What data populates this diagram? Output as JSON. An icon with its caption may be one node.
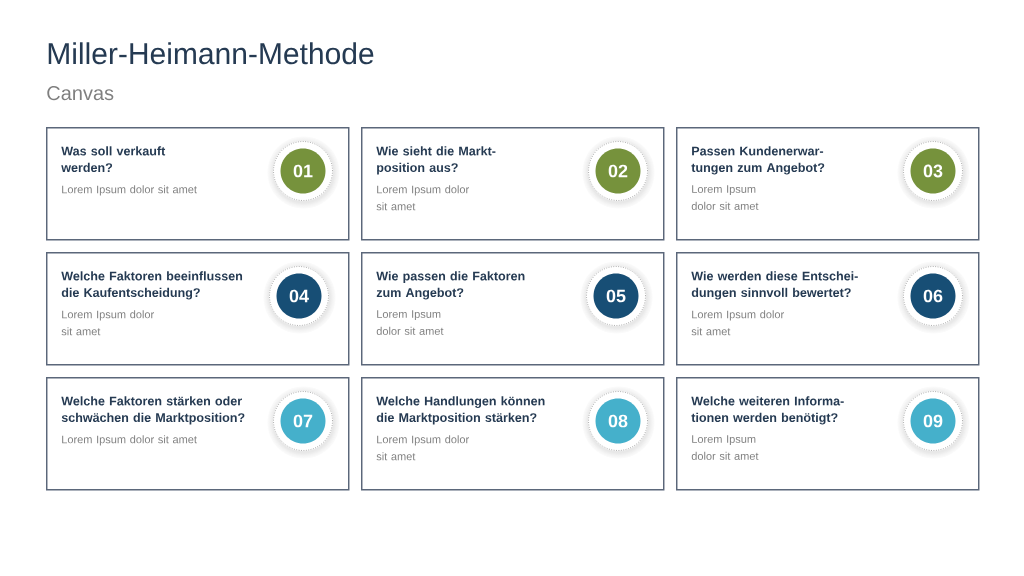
{
  "diagram": {
    "title": "Miller-Heimann-Methode",
    "nodes": [
      {
        "text": [
          "Was soll verkauft werden?",
          "Lorem Ipsum dolor sit amet"
        ]
      },
      {
        "text": [
          "01"
        ],
        "in": 0
      },
      {
        "text": [
          "Wie sieht die Markt- position aus?",
          "Lorem Ipsum dolor sit amet"
        ]
      },
      {
        "text": [
          "02"
        ],
        "in": 2
      },
      {
        "text": [
          "Passen Kundenerwar- tungen zum Angebot?",
          "Lorem Ipsum dolor sit amet"
        ]
      },
      {
        "text": [
          "03"
        ],
        "in": 4
      },
      {
        "text": [
          "Welche Faktoren beeinflussen die Kaufentscheidung?",
          "Lorem Ipsum dolor sit amet"
        ]
      },
      {
        "text": [
          "04"
        ],
        "in": 6
      },
      {
        "text": [
          "Wie passen die Faktoren zum Angebot?",
          "Lorem Ipsum dolor sit amet"
        ]
      },
      {
        "text": [
          "05"
        ],
        "in": 8
      },
      {
        "text": [
          "Wie werden diese Entschei- dungen sinnvoll bewertet?",
          "Lorem Ipsum dolor sit amet"
        ]
      },
      {
        "text": [
          "06"
        ],
        "in": 10
      },
      {
        "text": [
          "Welche Faktoren stärken oder schwächen die Marktposition?",
          "Lorem Ipsum dolor sit amet"
        ]
      },
      {
        "text": [
          "07"
        ],
        "in": 12
      },
      {
        "text": [
          "Welche Handlungen können die Marktposition stärken?",
          "Lorem Ipsum dolor sit amet"
        ]
      },
      {
        "text": [
          "08"
        ],
        "in": 14
      },
      {
        "text": [
          "Welche weiteren Informa- tionen werden benötigt?",
          "Lorem Ipsum dolor sit amet"
        ]
      },
      {
        "text": [
          "09"
        ],
        "in": 16
      }
    ],
    "labels": [
      "Canvas"
    ]
  }
}
